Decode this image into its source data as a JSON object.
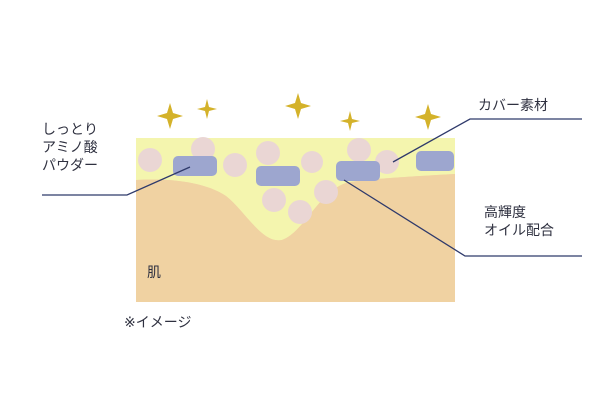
{
  "labels": {
    "amino_line1": "しっとり",
    "amino_line2": "アミノ酸",
    "amino_line3": "パウダー",
    "cover": "カバー素材",
    "oil_line1": "高輝度",
    "oil_line2": "オイル配合",
    "skin": "肌",
    "note": "※イメージ"
  },
  "colors": {
    "skin": "#f0d3a4",
    "skin_shadow": "#e6c08c",
    "yellow_layer": "#f4f5ae",
    "pink_powder": "#ead6d4",
    "pink_powder_edge": "#dcbcbc",
    "cover_material": "#9da6cf",
    "cover_edge": "#8893c0",
    "sparkle": "#d4b22a",
    "leader_line": "#2f3a6b"
  },
  "icons": [
    "sparkle-icon"
  ]
}
